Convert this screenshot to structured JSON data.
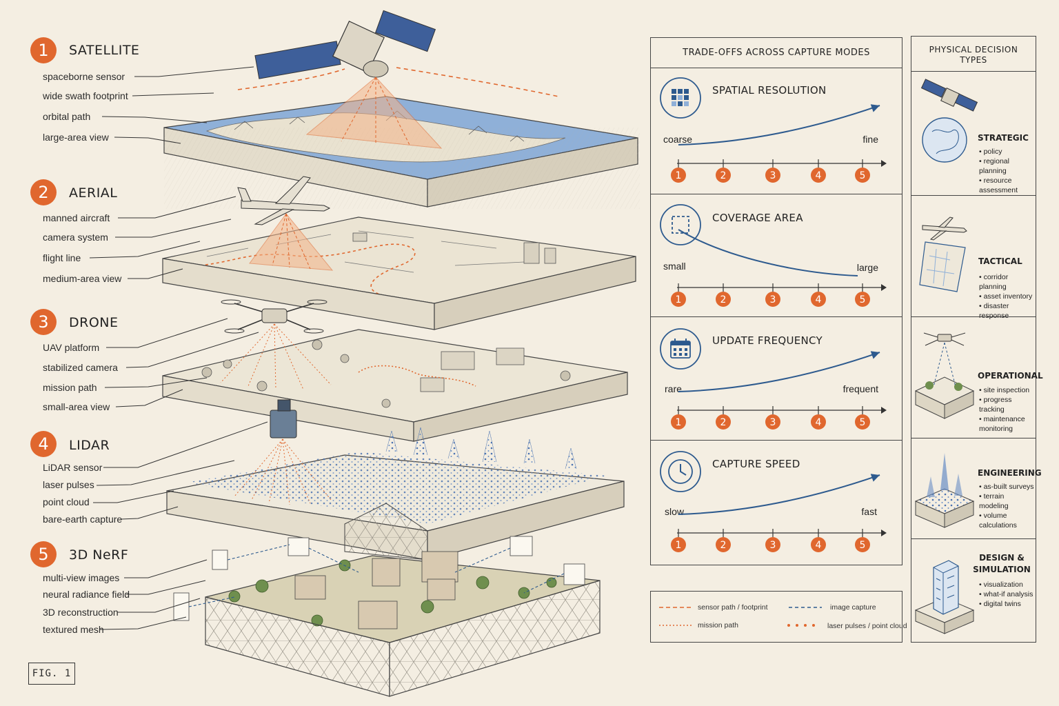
{
  "modes": [
    {
      "num": "1",
      "name": "SATELLITE",
      "labels": [
        "spaceborne sensor",
        "wide swath footprint",
        "orbital path",
        "large-area view"
      ]
    },
    {
      "num": "2",
      "name": "AERIAL",
      "labels": [
        "manned aircraft",
        "camera system",
        "flight line",
        "medium-area view"
      ]
    },
    {
      "num": "3",
      "name": "DRONE",
      "labels": [
        "UAV platform",
        "stabilized camera",
        "mission path",
        "small-area view"
      ]
    },
    {
      "num": "4",
      "name": "LIDAR",
      "labels": [
        "LiDAR sensor",
        "laser pulses",
        "point cloud",
        "bare-earth capture"
      ]
    },
    {
      "num": "5",
      "name": "3D NeRF",
      "labels": [
        "multi-view images",
        "neural radiance field",
        "3D reconstruction",
        "textured mesh"
      ]
    }
  ],
  "tradeoffs": {
    "header": "TRADE-OFFS ACROSS CAPTURE MODES",
    "metrics": [
      {
        "title": "SPATIAL RESOLUTION",
        "icon": "grid-icon",
        "low": "coarse",
        "high": "fine",
        "trend": "increasing",
        "ticks": [
          "1",
          "2",
          "3",
          "4",
          "5"
        ]
      },
      {
        "title": "COVERAGE AREA",
        "icon": "dashed-square-icon",
        "low": "small",
        "high": "large",
        "trend": "decreasing",
        "ticks": [
          "1",
          "2",
          "3",
          "4",
          "5"
        ]
      },
      {
        "title": "UPDATE FREQUENCY",
        "icon": "calendar-icon",
        "low": "rare",
        "high": "frequent",
        "trend": "increasing",
        "ticks": [
          "1",
          "2",
          "3",
          "4",
          "5"
        ]
      },
      {
        "title": "CAPTURE SPEED",
        "icon": "clock-icon",
        "low": "slow",
        "high": "fast",
        "trend": "increasing",
        "ticks": [
          "1",
          "2",
          "3",
          "4",
          "5"
        ]
      }
    ]
  },
  "legend": [
    {
      "text": "sensor path / footprint",
      "style": "orange-dashed"
    },
    {
      "text": "image capture",
      "style": "blue-dashed"
    },
    {
      "text": "mission path",
      "style": "orange-dotted"
    },
    {
      "text": "laser pulses / point cloud",
      "style": "orange-dots"
    }
  ],
  "decisions": {
    "header": "PHYSICAL DECISION TYPES",
    "items": [
      {
        "title": "STRATEGIC",
        "icon": "satellite-globe-icon",
        "points": [
          "policy",
          "regional planning",
          "resource assessment"
        ]
      },
      {
        "title": "TACTICAL",
        "icon": "aircraft-map-icon",
        "points": [
          "corridor planning",
          "asset inventory",
          "disaster response"
        ]
      },
      {
        "title": "OPERATIONAL",
        "icon": "drone-site-icon",
        "points": [
          "site inspection",
          "progress tracking",
          "maintenance monitoring"
        ]
      },
      {
        "title": "ENGINEERING",
        "icon": "point-cloud-icon",
        "points": [
          "as-built surveys",
          "terrain modeling",
          "volume calculations"
        ]
      },
      {
        "title": "DESIGN & SIMULATION",
        "icon": "building-model-icon",
        "points": [
          "visualization",
          "what-if analysis",
          "digital twins"
        ]
      }
    ]
  },
  "figure_label": "FIG. 1",
  "colors": {
    "accent": "#e0672e",
    "blue": "#2d5a8e",
    "ink": "#2a2a2a",
    "paper": "#f4eee2",
    "water": "#7ea3cf"
  }
}
